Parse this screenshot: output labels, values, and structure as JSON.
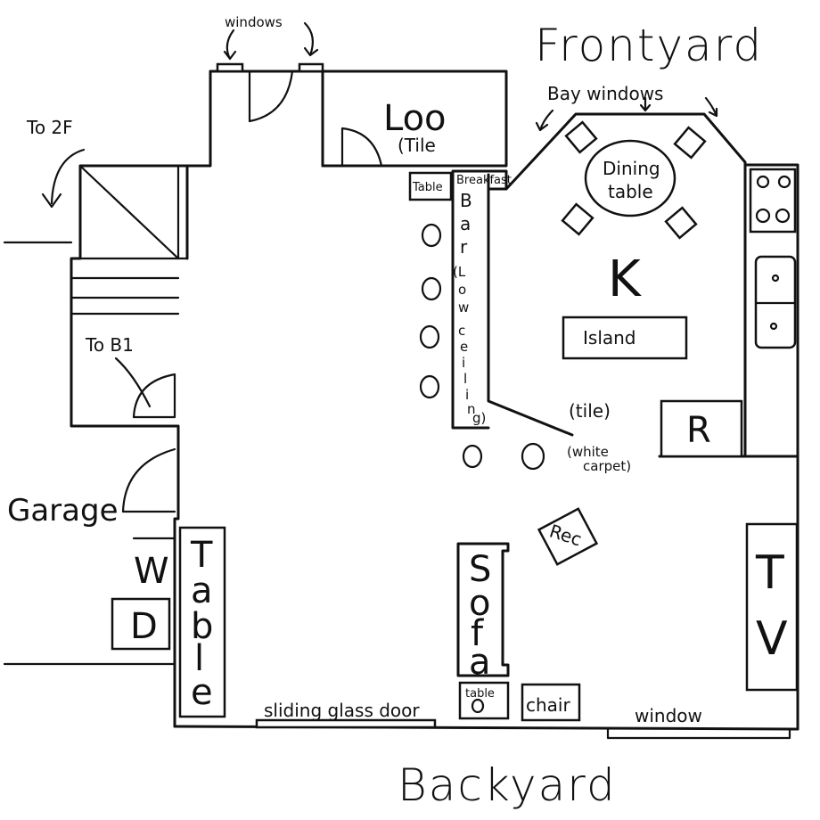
{
  "labels": {
    "front_yard": "Frontyard",
    "backyard": "Backyard",
    "garage": "Garage",
    "windows_top": "windows",
    "bay_windows": "Bay windows",
    "to_2f": "To 2F",
    "to_b1": "To B1",
    "loo": "Loo",
    "loo_tile": "(Tile",
    "table_small": "Table",
    "breakfast": "Breakfast",
    "bar_letters": [
      "B",
      "a",
      "r"
    ],
    "low_ceiling_letters": [
      "(L",
      "o",
      "w",
      "c",
      "e",
      "i",
      "l",
      "i",
      "n",
      "g)"
    ],
    "dining_table_1": "Dining",
    "dining_table_2": "table",
    "kitchen": "K",
    "island": "Island",
    "tile": "(tile)",
    "white_carpet_1": "(white",
    "white_carpet_2": "carpet)",
    "fridge": "R",
    "rec": "Rec",
    "sofa_letters": [
      "S",
      "o",
      "f",
      "a"
    ],
    "side_table": "table",
    "chair": "chair",
    "tv_letters": [
      "T",
      "V"
    ],
    "window_bottom": "window",
    "sliding_door": "sliding glass door",
    "table_long_letters": [
      "T",
      "a",
      "b",
      "l",
      "e"
    ],
    "washer": "W",
    "dryer": "D"
  }
}
